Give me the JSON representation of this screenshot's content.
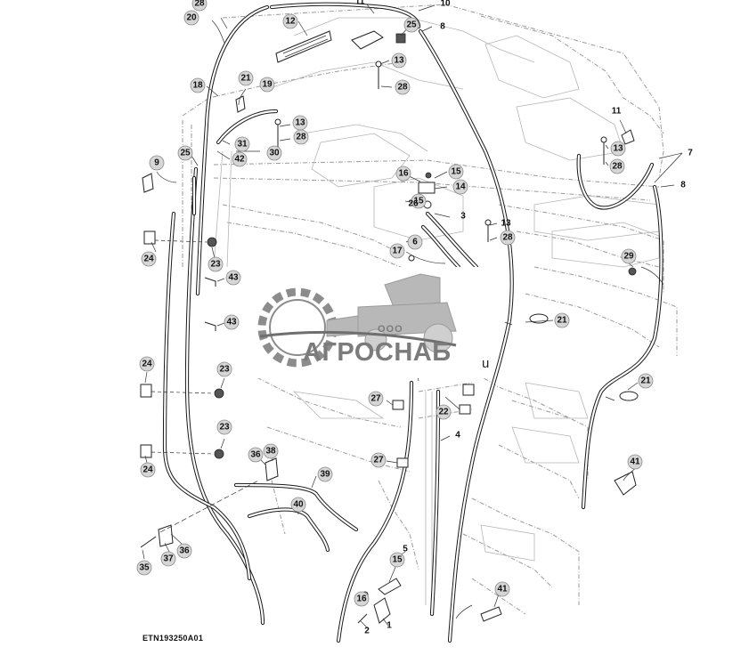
{
  "figure": {
    "code": "ETN193250A01"
  },
  "watermark": {
    "prefix": "ООО",
    "name": "АГРОСНАБ",
    "suffix": "u"
  },
  "callouts": [
    "28",
    "20",
    "12",
    "11",
    "10",
    "25",
    "8",
    "13",
    "28",
    "21",
    "19",
    "18",
    "13",
    "28",
    "31",
    "42",
    "30",
    "25",
    "9",
    "16",
    "15",
    "14",
    "15",
    "26",
    "3",
    "13",
    "28",
    "6",
    "17",
    "24",
    "23",
    "43",
    "43",
    "11",
    "13",
    "28",
    "7",
    "8",
    "29",
    "21",
    "24",
    "23",
    "27",
    "22",
    "4",
    "23",
    "24",
    "36",
    "38",
    "39",
    "27",
    "40",
    "21",
    "41",
    "35",
    "37",
    "36",
    "5",
    "15",
    "16",
    "2",
    "1",
    "41"
  ]
}
